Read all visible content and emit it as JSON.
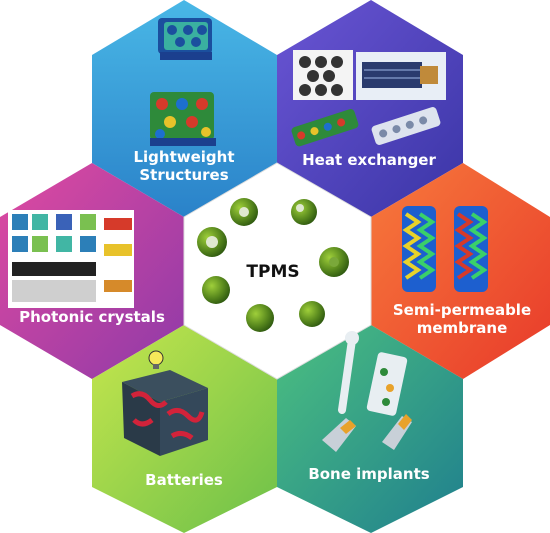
{
  "center": {
    "label": "TPMS",
    "fill": "#ffffff"
  },
  "hexagons": [
    {
      "id": "lightweight",
      "lines": [
        "Lightweight",
        "Structures"
      ],
      "colors": [
        "#49b7e6",
        "#2a82c9"
      ]
    },
    {
      "id": "heat",
      "lines": [
        "Heat exchanger"
      ],
      "colors": [
        "#5e4bc8",
        "#3a35a6"
      ]
    },
    {
      "id": "photonic",
      "lines": [
        "Photonic crystals"
      ],
      "colors": [
        "#d84aa8",
        "#9a3aa4"
      ]
    },
    {
      "id": "membrane",
      "lines": [
        "Semi-permeable",
        "membrane"
      ],
      "colors": [
        "#f66a3a",
        "#e8402c"
      ]
    },
    {
      "id": "batteries",
      "lines": [
        "Batteries"
      ],
      "colors": [
        "#b9e04c",
        "#7ec64a"
      ]
    },
    {
      "id": "bone",
      "lines": [
        "Bone implants"
      ],
      "colors": [
        "#3ab57a",
        "#2a8e8a"
      ]
    }
  ],
  "colors": {
    "tpms_green": "#5a8a1e",
    "tpms_dark": "#2f5a10"
  }
}
